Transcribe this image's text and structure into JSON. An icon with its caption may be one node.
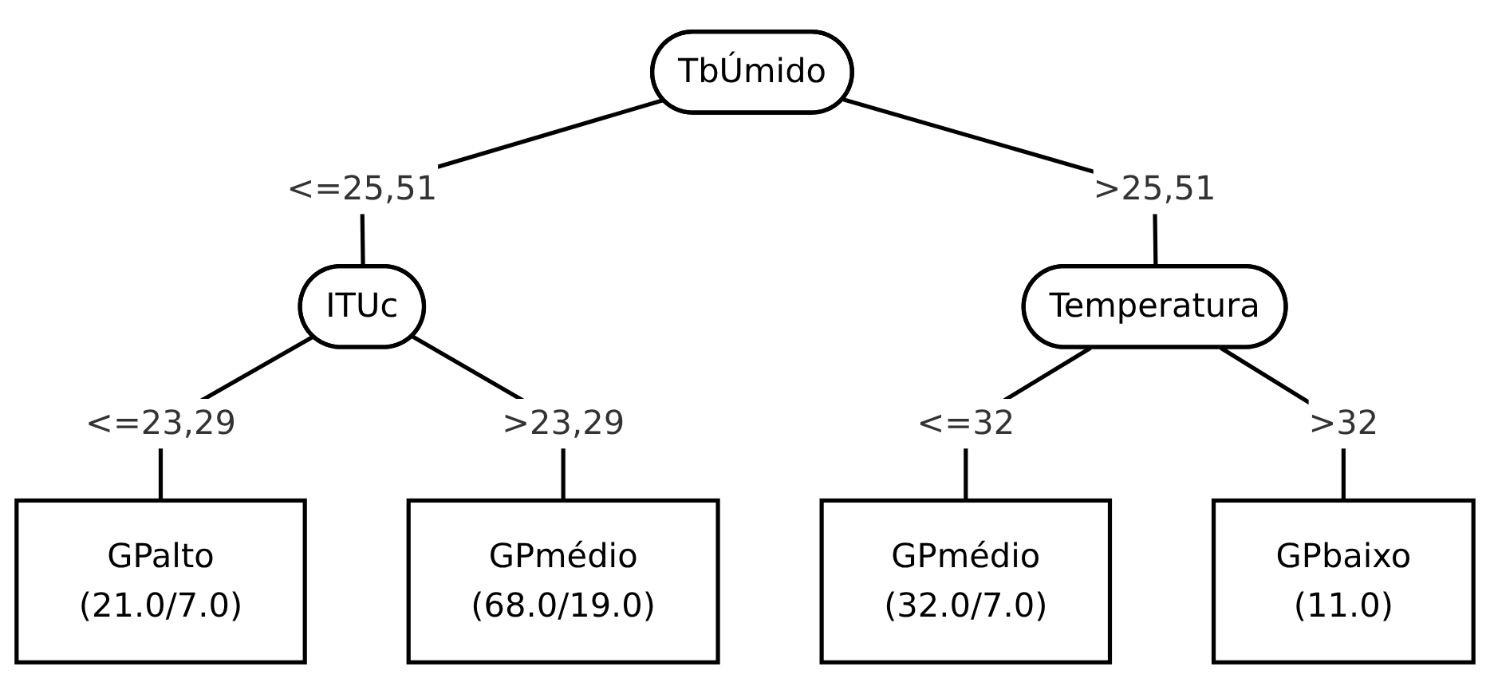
{
  "diagram": {
    "nodes": [
      {
        "text": [
          "TbÚmido"
        ]
      },
      {
        "text": [
          "ITUc"
        ]
      },
      {
        "text": [
          "Temperatura"
        ]
      },
      {
        "text": [
          "GPalto",
          "(21.0/7.0)"
        ]
      },
      {
        "text": [
          "GPmédio",
          "(68.0/19.0)"
        ]
      },
      {
        "text": [
          "GPmédio",
          "(32.0/7.0)"
        ]
      },
      {
        "text": [
          "GPbaixo",
          "(11.0)"
        ]
      }
    ],
    "edges": [
      {
        "from": 0,
        "to": 1,
        "arrow": "none",
        "label": "<=25,51"
      },
      {
        "from": 0,
        "to": 2,
        "arrow": "none",
        "label": ">25,51"
      },
      {
        "from": 1,
        "to": 3,
        "arrow": "none",
        "label": "<=23,29"
      },
      {
        "from": 1,
        "to": 4,
        "arrow": "none",
        "label": ">23,29"
      },
      {
        "from": 2,
        "to": 5,
        "arrow": "none",
        "label": "<=32"
      },
      {
        "from": 2,
        "to": 6,
        "arrow": "none",
        "label": ">32"
      }
    ]
  }
}
